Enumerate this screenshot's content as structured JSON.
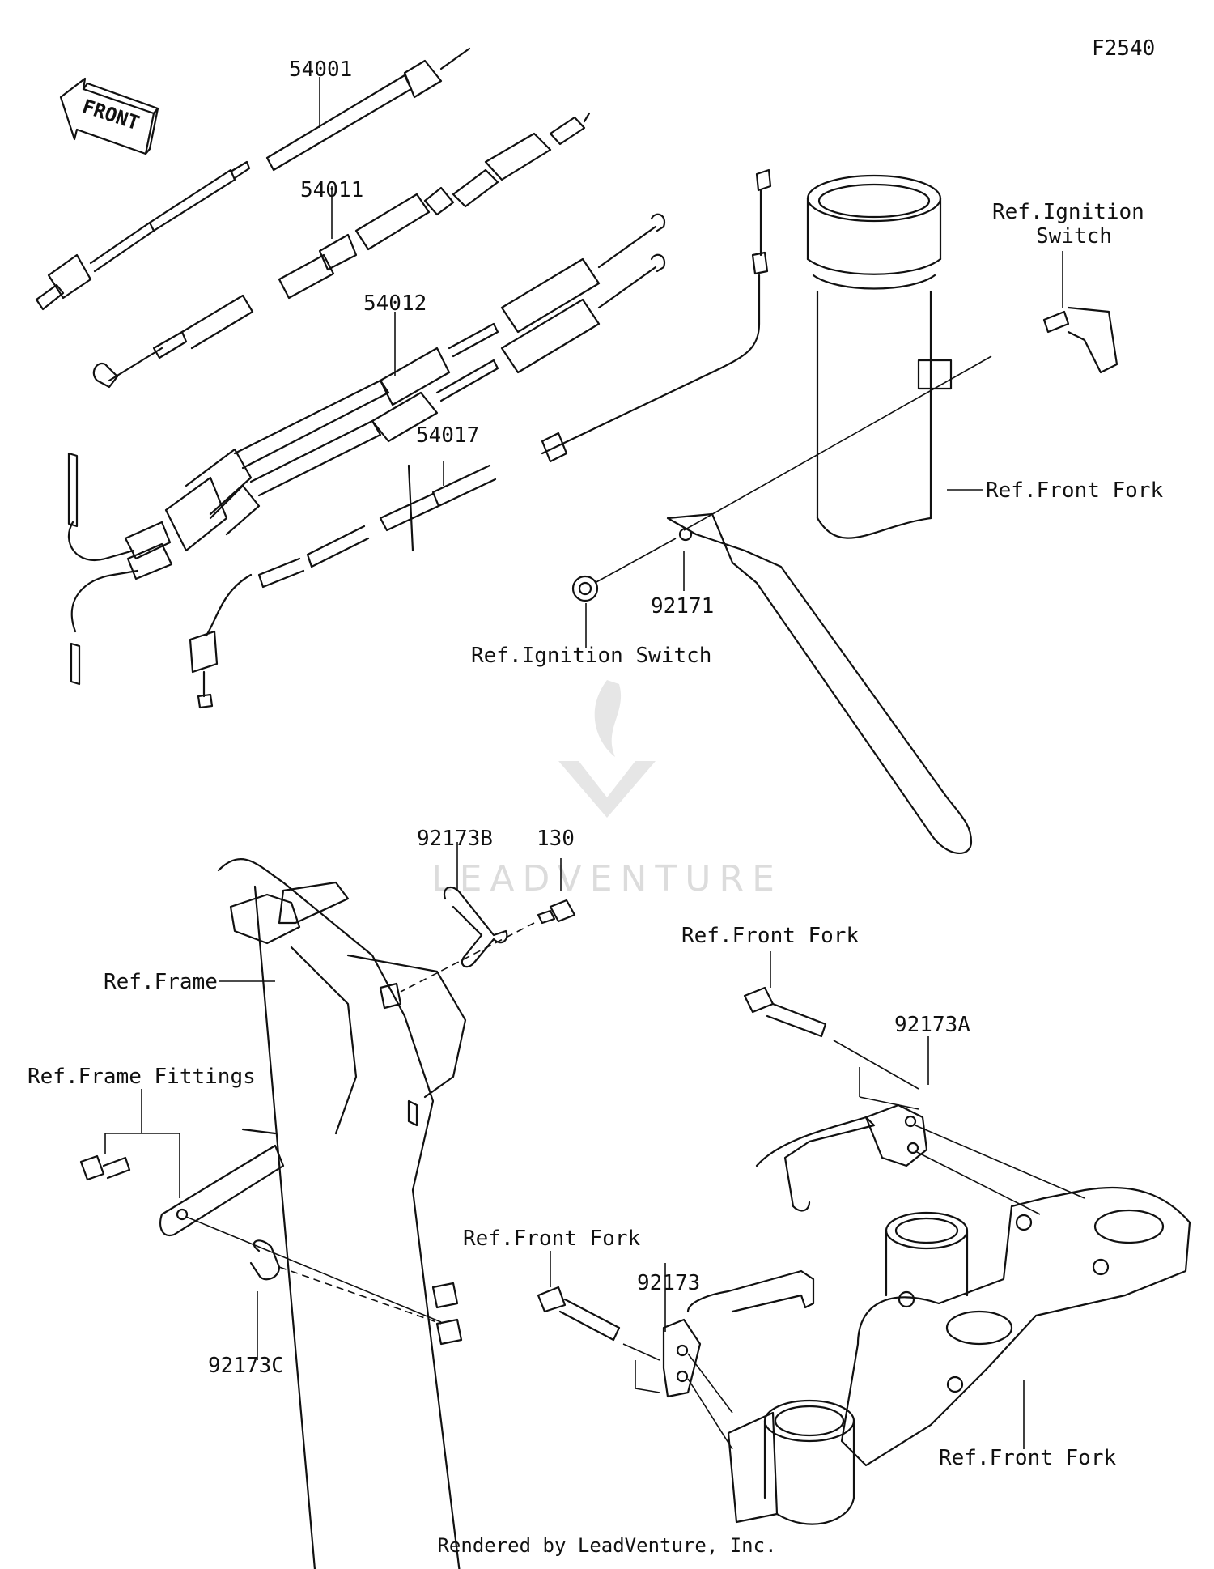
{
  "diagram_code": "F2540",
  "front_arrow": "FRONT",
  "watermark": "LEADVENTURE",
  "footer": "Rendered by LeadVenture, Inc.",
  "labels": {
    "p54001": "54001",
    "p54011": "54011",
    "p54012": "54012",
    "p54017": "54017",
    "p92171": "92171",
    "p92173B": "92173B",
    "p130": "130",
    "p92173A": "92173A",
    "p92173": "92173",
    "p92173C": "92173C",
    "ref_ignition_switch_top_1": "Ref.Ignition",
    "ref_ignition_switch_top_2": "Switch",
    "ref_front_fork_1": "Ref.Front Fork",
    "ref_ignition_switch": "Ref.Ignition Switch",
    "ref_frame": "Ref.Frame",
    "ref_front_fork_2": "Ref.Front Fork",
    "ref_frame_fittings": "Ref.Frame Fittings",
    "ref_front_fork_3": "Ref.Front Fork",
    "ref_front_fork_4": "Ref.Front Fork"
  }
}
